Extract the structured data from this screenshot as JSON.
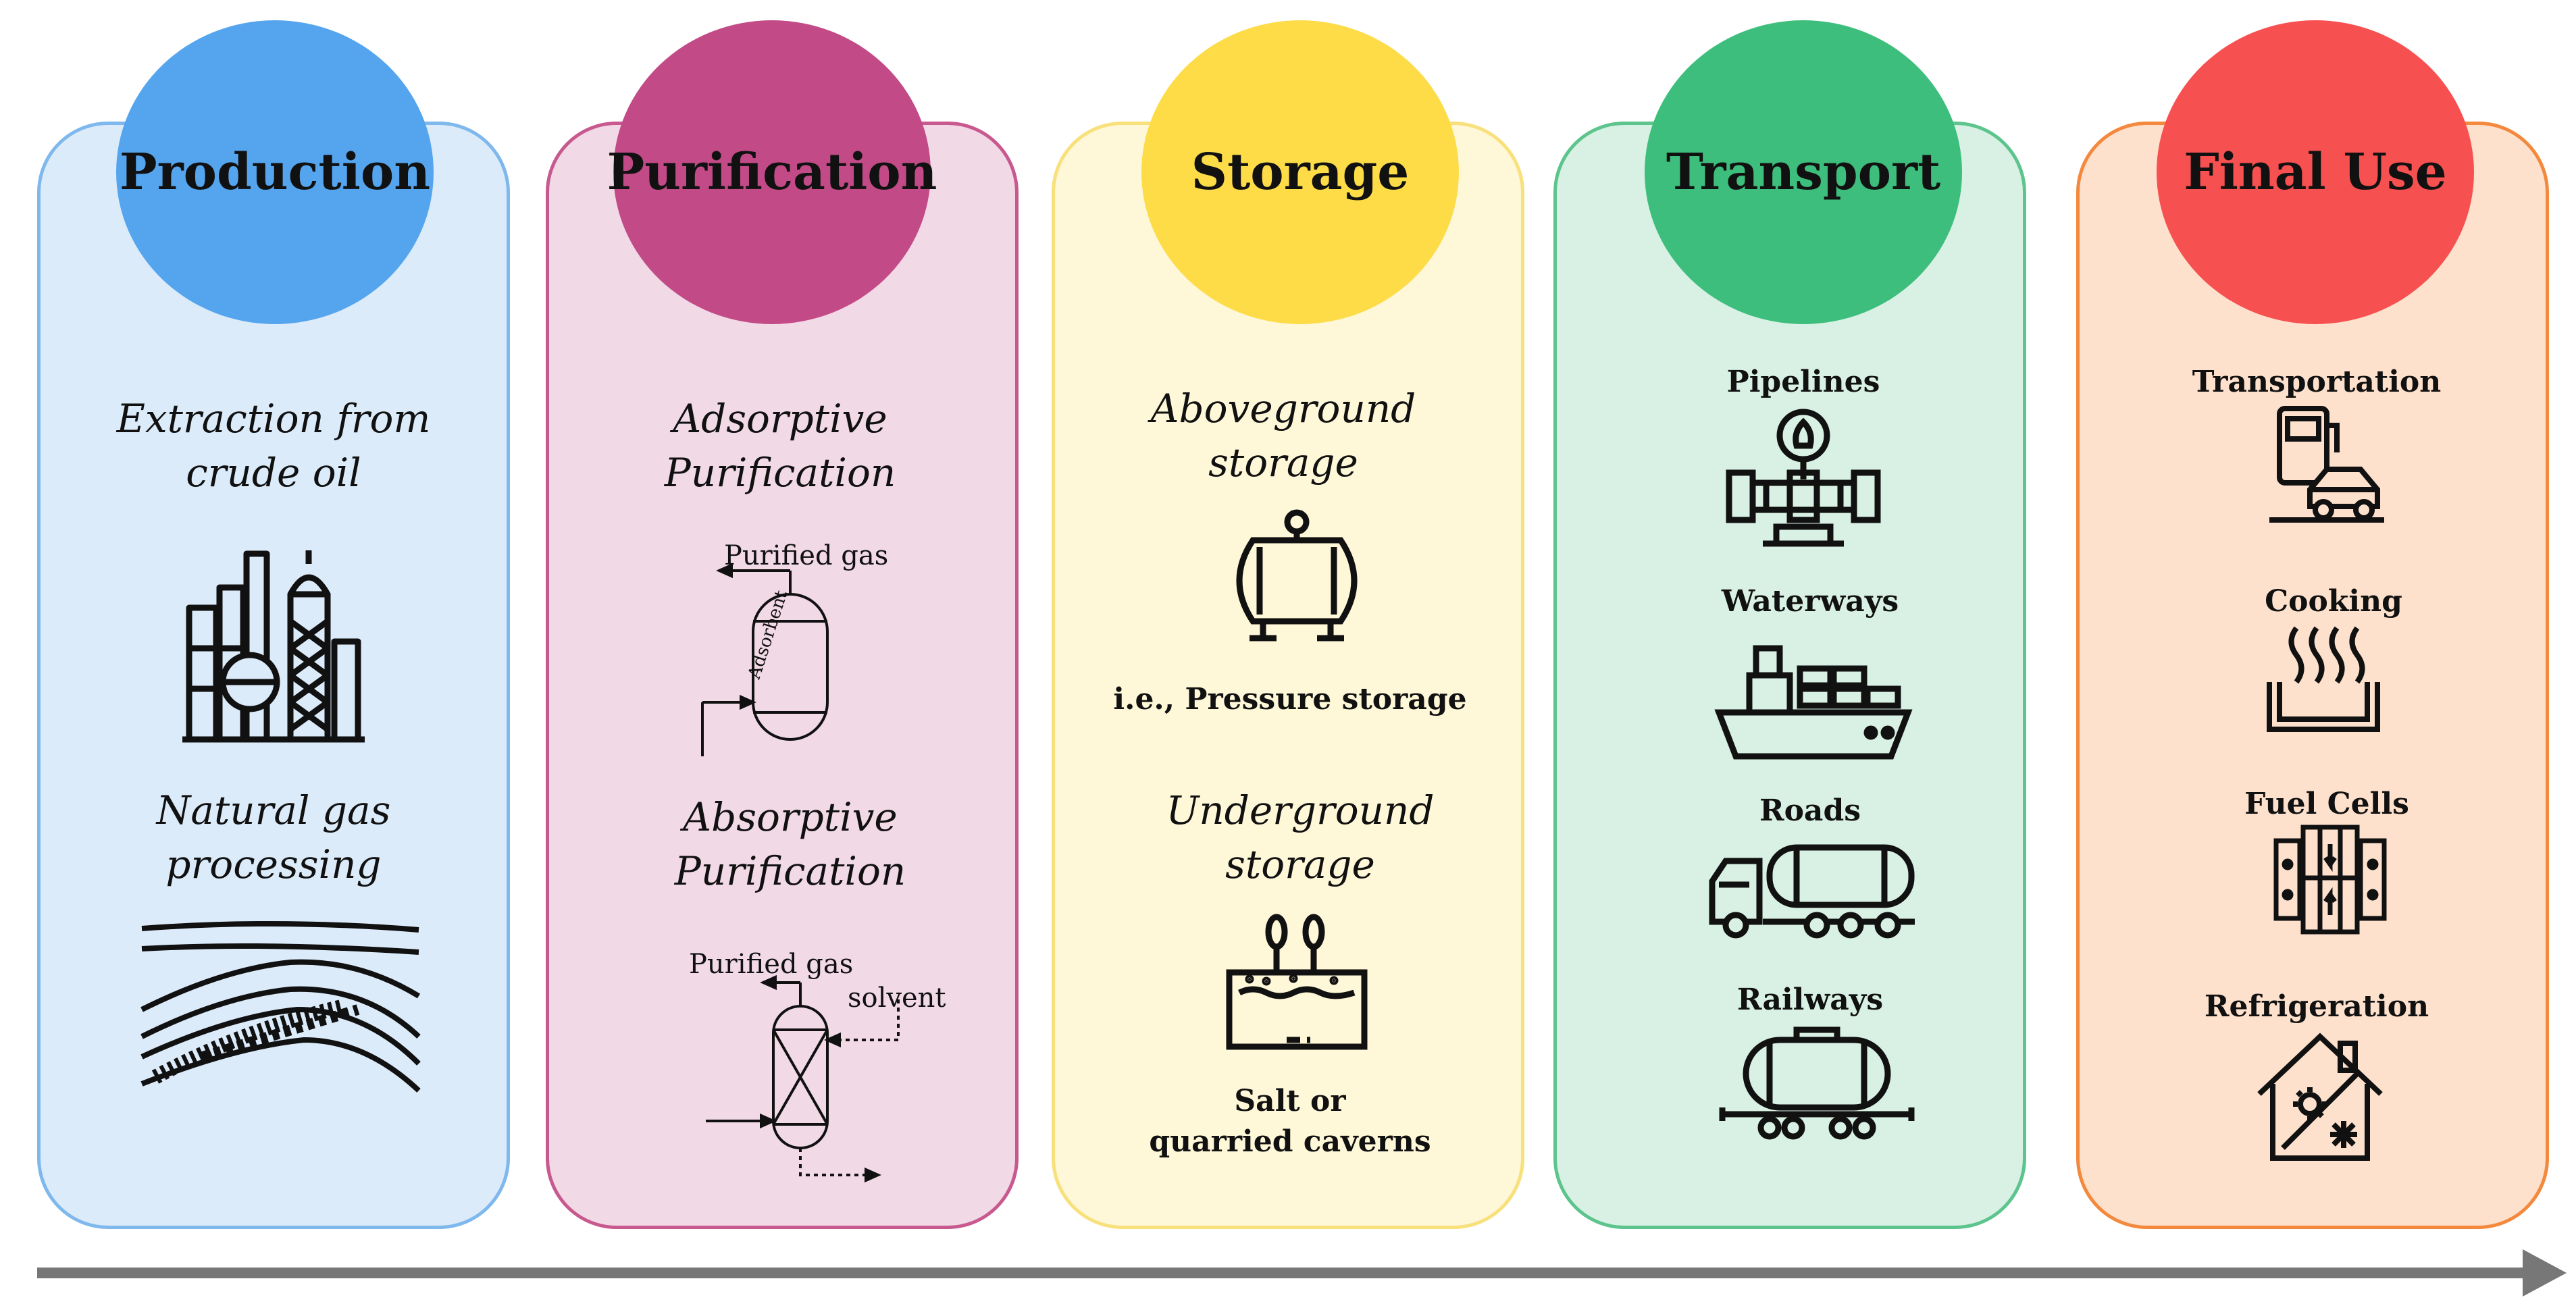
{
  "colors": {
    "production": "#55A5EE",
    "production_bg": "#DCEBFA",
    "production_border": "#7FB8EC",
    "purification": "#C24B87",
    "purification_bg": "#F2D9E6",
    "purification_border": "#C8598F",
    "storage": "#FDDC47",
    "storage_bg": "#FEF7D8",
    "storage_border": "#F8E07A",
    "transport": "#3DBE7C",
    "transport_bg": "#D9F1E4",
    "transport_border": "#5CC48C",
    "final_use": "#F65050",
    "final_use_bg": "#FDE1CD",
    "final_use_border": "#F4883C",
    "arrow": "#777777"
  },
  "stages": {
    "production": {
      "title": "Production",
      "item1": "Extraction from crude oil",
      "item2": "Natural gas processing",
      "icons": [
        "refinery-icon",
        "gas-reservoir-icon"
      ]
    },
    "purification": {
      "title": "Purification",
      "item1": "Adsorptive Purification",
      "item1_out": "Purified gas",
      "item1_column": "Adsorbent",
      "item2": "Absorptive Purification",
      "item2_out": "Purified gas",
      "item2_solvent": "solvent"
    },
    "storage": {
      "title": "Storage",
      "item1": "Aboveground storage",
      "item1_note": "i.e., Pressure storage",
      "item2": "Underground storage",
      "item2_note_line1": "Salt or",
      "item2_note_line2": "quarried caverns",
      "icons": [
        "pressure-tank-icon",
        "underground-cavern-icon"
      ]
    },
    "transport": {
      "title": "Transport",
      "items": [
        "Pipelines",
        "Waterways",
        "Roads",
        "Railways"
      ],
      "icons": [
        "pipeline-icon",
        "cargo-ship-icon",
        "tanker-truck-icon",
        "rail-tank-car-icon"
      ]
    },
    "final_use": {
      "title": "Final Use",
      "items": [
        "Transportation",
        "Cooking",
        "Fuel Cells",
        "Refrigeration"
      ],
      "icons": [
        "fuel-station-car-icon",
        "cooking-pot-icon",
        "fuel-cell-icon",
        "house-climate-icon"
      ]
    }
  }
}
